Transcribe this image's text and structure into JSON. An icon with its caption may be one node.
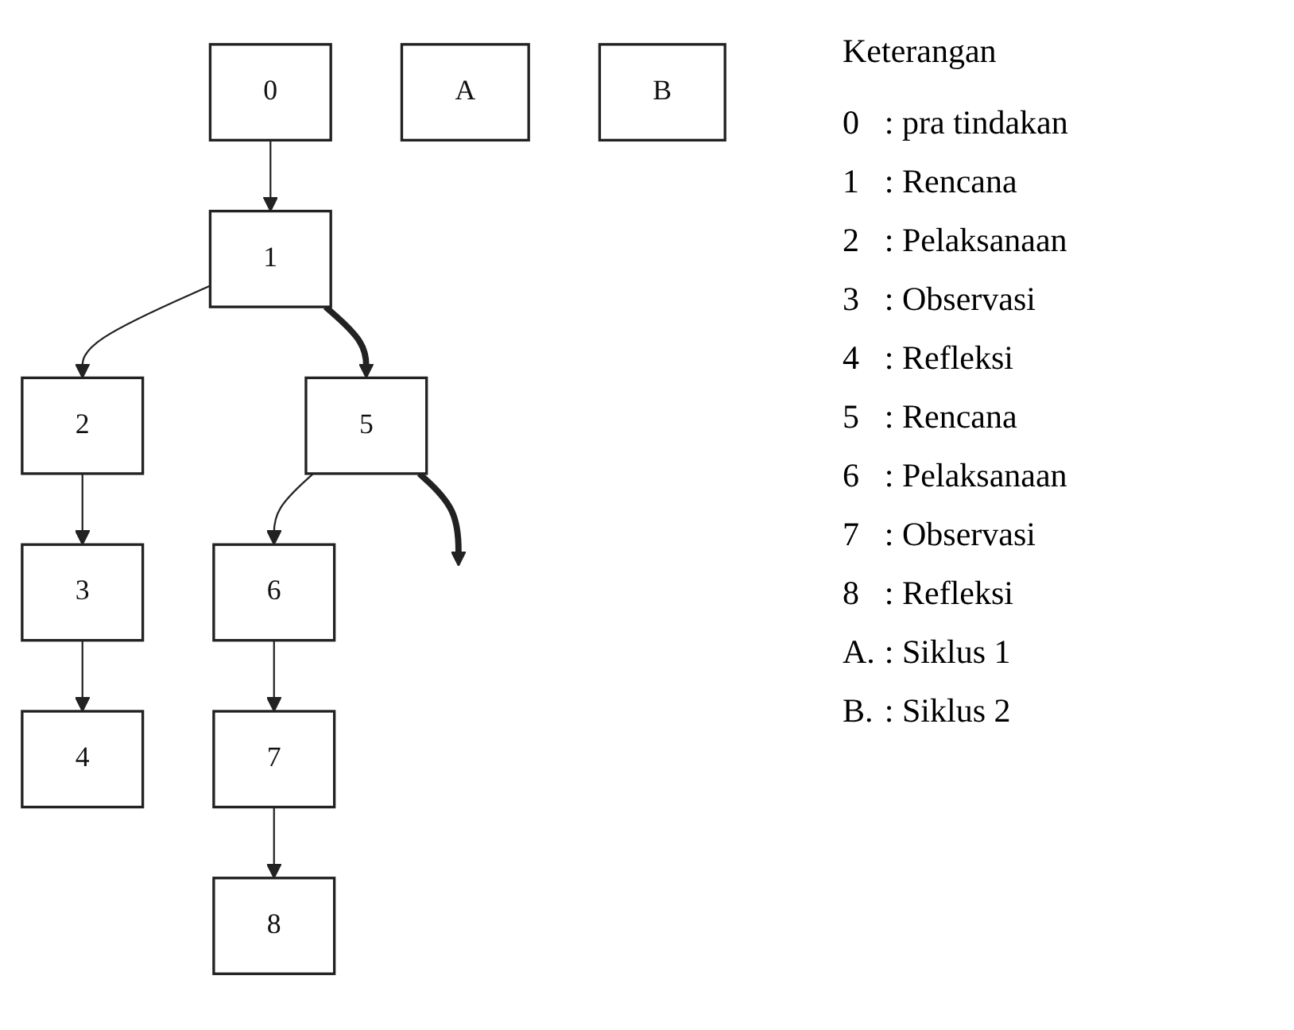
{
  "diagram": {
    "nodes": [
      {
        "text": [
          "4"
        ]
      },
      {
        "text": [
          "0"
        ]
      },
      {
        "text": [
          "3"
        ]
      },
      {
        "text": [
          "A"
        ]
      },
      {
        "text": [
          "1"
        ]
      },
      {
        "text": [
          "2"
        ]
      },
      {
        "text": [
          "8"
        ]
      },
      {
        "text": [
          "5"
        ]
      },
      {
        "text": [
          "7"
        ]
      },
      {
        "text": [
          "B"
        ]
      },
      {
        "text": [
          "6"
        ]
      }
    ],
    "edges": [
      {
        "from": 1,
        "to": 4,
        "arrow": "to"
      },
      {
        "from": 4,
        "to": 5,
        "arrow": "to"
      },
      {
        "from": 5,
        "to": 2,
        "arrow": "to"
      },
      {
        "from": 2,
        "to": 0,
        "arrow": "to"
      },
      {
        "from": 4,
        "to": 7,
        "arrow": "to",
        "style": "thick"
      },
      {
        "from": 7,
        "to": 10,
        "arrow": "to"
      },
      {
        "from": 10,
        "to": 8,
        "arrow": "to"
      },
      {
        "from": 8,
        "to": 6,
        "arrow": "to"
      },
      {
        "from": 7,
        "to": null,
        "arrow": "to",
        "style": "thick"
      }
    ],
    "labels": [
      "Keterangan",
      "0",
      ": pra tindakan",
      "1",
      ": Rencana",
      "2",
      ": Pelaksanaan",
      "3",
      ": Observasi",
      "4",
      ": Refleksi",
      "5",
      ": Rencana",
      "6",
      ": Pelaksanaan",
      "7",
      ": Observasi",
      "8",
      ": Refleksi",
      "A.",
      ": Siklus 1",
      "B.",
      ": Siklus 2"
    ]
  }
}
